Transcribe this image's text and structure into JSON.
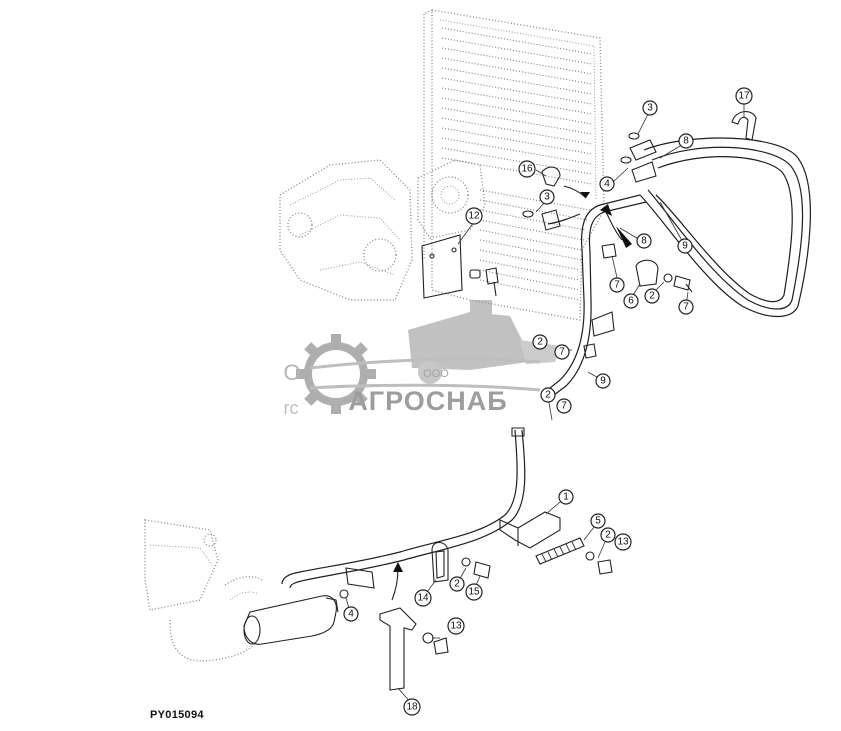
{
  "figure_id": "PY015094",
  "watermark": {
    "company": "ООО",
    "brand": "АГРОСНАБ",
    "partial_left_top": "О",
    "partial_left_bottom": "rc"
  },
  "callouts": {
    "c1": "1",
    "c2a": "2",
    "c2b": "2",
    "c2c": "2",
    "c2d": "2",
    "c2e": "2",
    "c3a": "3",
    "c3b": "3",
    "c4a": "4",
    "c4b": "4",
    "c5": "5",
    "c6": "6",
    "c7a": "7",
    "c7b": "7",
    "c7c": "7",
    "c7d": "7",
    "c8a": "8",
    "c8b": "8",
    "c9a": "9",
    "c9b": "9",
    "c12": "12",
    "c13a": "13",
    "c13b": "13",
    "c14": "14",
    "c15": "15",
    "c16": "16",
    "c17": "17",
    "c18": "18"
  }
}
